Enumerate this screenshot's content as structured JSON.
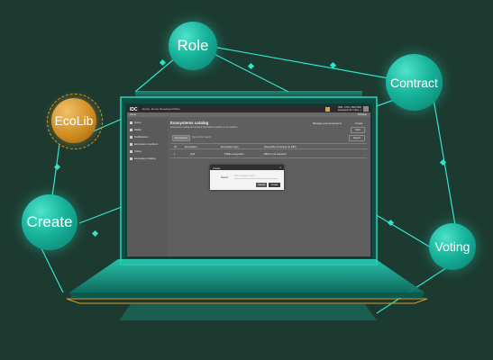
{
  "nodes": {
    "role": "Role",
    "contract": "Contract",
    "ecolib": "EcoLib",
    "create": "Create",
    "voting": "Voting"
  },
  "app": {
    "logo": "IDC",
    "menu": [
      "Home",
      "Demo",
      "Developer",
      "Online"
    ],
    "account_line1": "0054...2748...4821 5921",
    "account_line2": "Ecosystem ID: 1 (Eco...)",
    "breadcrumb": "Home",
    "breadcrumb_right": "Package",
    "sidebar": [
      "Home",
      "Wallet",
      "Notifications",
      "Ecosystem members",
      "Voting",
      "Ecosystem catalog"
    ],
    "page_title": "Ecosystems catalog",
    "page_subtitle": "Ecosystems catalog with detailed information available on the platform",
    "manage_label": "Manage your ecosystems",
    "create_label": "Create",
    "filter_label": "Filter",
    "tab_label": "Ecosystems",
    "search_placeholder": "Type text for search...",
    "search_button": "Search",
    "table_headers": [
      "ID",
      "Ecosystem",
      "Ecosystem type",
      "Name/title of issuing an EBC"
    ],
    "table_row": [
      "1",
      "Ivy0",
      "Public ecosystem",
      "EBC is not required"
    ],
    "modal": {
      "title": "Create",
      "label": "Name*",
      "placeholder": "The ecosystem name",
      "cancel": "Cancel",
      "create": "Create"
    }
  },
  "colors": {
    "background": "#1d3a30",
    "node_teal": "#17b39b",
    "node_gold": "#d08d22",
    "line": "#2ee6cf"
  }
}
